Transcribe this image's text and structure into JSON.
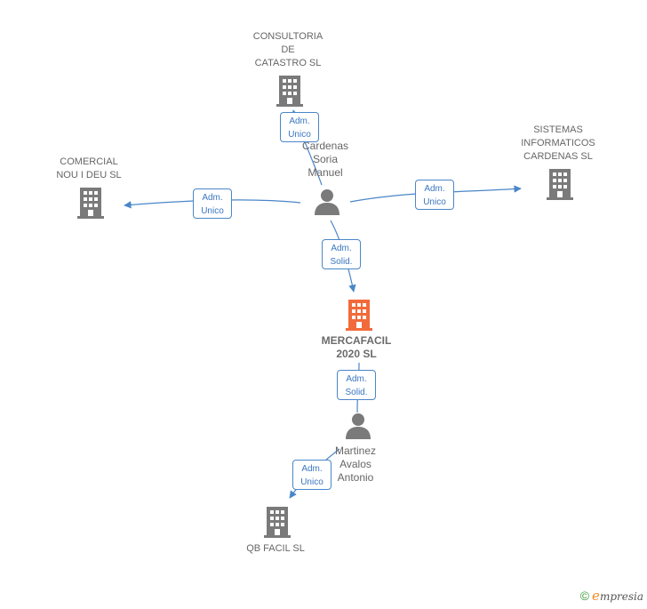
{
  "colors": {
    "edge": "#4a86c8",
    "node_gray": "#7a7a7a",
    "focus": "#f26a3a"
  },
  "nodes": {
    "consultoria": {
      "label": "CONSULTORIA\nDE\nCATASTRO  SL",
      "icon": "building-icon"
    },
    "comercial": {
      "label": "COMERCIAL\nNOU I DEU  SL",
      "icon": "building-icon"
    },
    "sistemas": {
      "label": "SISTEMAS\nINFORMATICOS\nCARDENAS SL",
      "icon": "building-icon"
    },
    "cardenas": {
      "label": "Cardenas\nSoria\nManuel",
      "icon": "person-icon"
    },
    "mercafacil": {
      "label": "MERCAFACIL\n2020  SL",
      "icon": "building-icon"
    },
    "martinez": {
      "label": "Martinez\nAvalos\nAntonio",
      "icon": "person-icon"
    },
    "qbfacil": {
      "label": "QB FACIL  SL",
      "icon": "building-icon"
    }
  },
  "edges": {
    "e1": {
      "line1": "Adm.",
      "line2": "Unico"
    },
    "e2": {
      "line1": "Adm.",
      "line2": "Unico"
    },
    "e3": {
      "line1": "Adm.",
      "line2": "Unico"
    },
    "e4": {
      "line1": "Adm.",
      "line2": "Solid."
    },
    "e5": {
      "line1": "Adm.",
      "line2": "Solid."
    },
    "e6": {
      "line1": "Adm.",
      "line2": "Unico"
    }
  },
  "footer": {
    "copyright": "©",
    "brand_initial": "e",
    "brand_rest": "mpresia"
  }
}
